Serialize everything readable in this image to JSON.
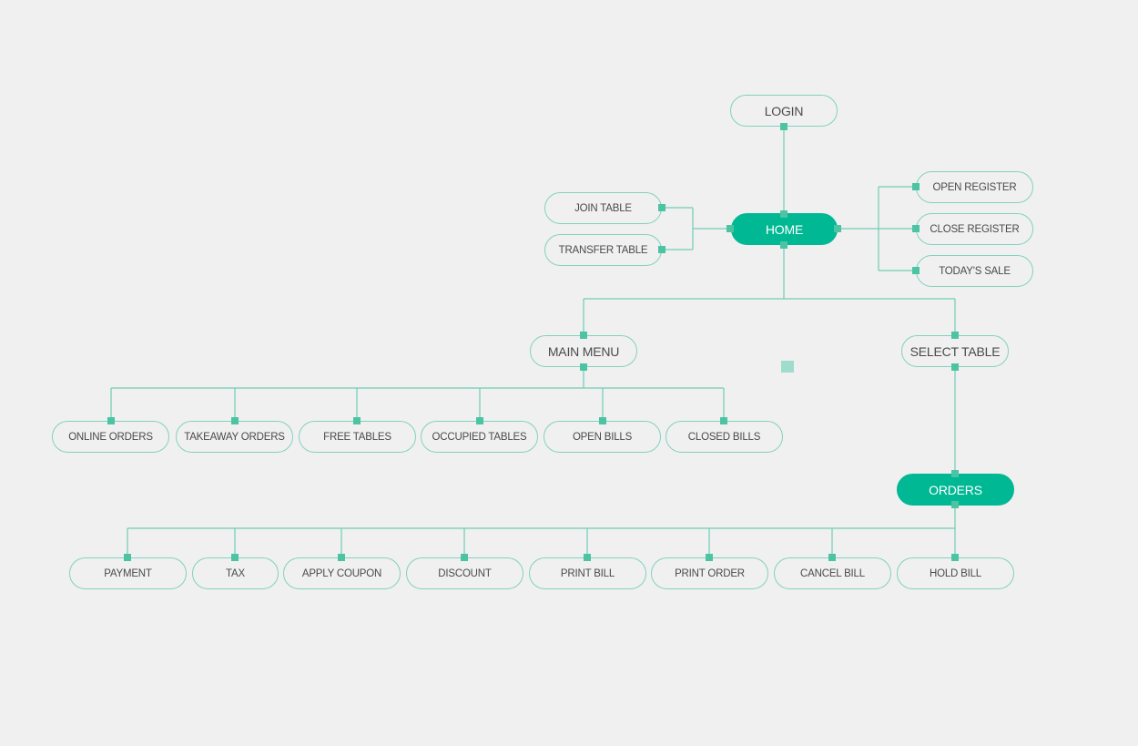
{
  "diagram": {
    "nodes": {
      "login": "LOGIN",
      "home": "HOME",
      "join_table": "JOIN TABLE",
      "transfer_table": "TRANSFER TABLE",
      "open_register": "OPEN REGISTER",
      "close_register": "CLOSE REGISTER",
      "todays_sale": "TODAY'S SALE",
      "main_menu": "MAIN MENU",
      "select_table": "SELECT TABLE",
      "online_orders": "ONLINE ORDERS",
      "takeaway_orders": "TAKEAWAY ORDERS",
      "free_tables": "FREE TABLES",
      "occupied_tables": "OCCUPIED TABLES",
      "open_bills": "OPEN BILLS",
      "closed_bills": "CLOSED BILLS",
      "orders": "ORDERS",
      "payment": "PAYMENT",
      "tax": "TAX",
      "apply_coupon": "APPLY COUPON",
      "discount": "DISCOUNT",
      "print_bill": "PRINT BILL",
      "print_order": "PRINT ORDER",
      "cancel_bill": "CANCEL BILL",
      "hold_bill": "HOLD BILL"
    },
    "edges": [
      [
        "login",
        "home"
      ],
      [
        "home",
        "join_table"
      ],
      [
        "home",
        "transfer_table"
      ],
      [
        "home",
        "open_register"
      ],
      [
        "home",
        "close_register"
      ],
      [
        "home",
        "todays_sale"
      ],
      [
        "home",
        "main_menu"
      ],
      [
        "home",
        "select_table"
      ],
      [
        "main_menu",
        "online_orders"
      ],
      [
        "main_menu",
        "takeaway_orders"
      ],
      [
        "main_menu",
        "free_tables"
      ],
      [
        "main_menu",
        "occupied_tables"
      ],
      [
        "main_menu",
        "open_bills"
      ],
      [
        "main_menu",
        "closed_bills"
      ],
      [
        "select_table",
        "orders"
      ],
      [
        "orders",
        "payment"
      ],
      [
        "orders",
        "tax"
      ],
      [
        "orders",
        "apply_coupon"
      ],
      [
        "orders",
        "discount"
      ],
      [
        "orders",
        "print_bill"
      ],
      [
        "orders",
        "print_order"
      ],
      [
        "orders",
        "cancel_bill"
      ],
      [
        "orders",
        "hold_bill"
      ]
    ],
    "colors": {
      "accent": "#00b894",
      "line": "#6fcdb3",
      "border": "#82d2bd",
      "background": "#f0f0f0"
    }
  }
}
